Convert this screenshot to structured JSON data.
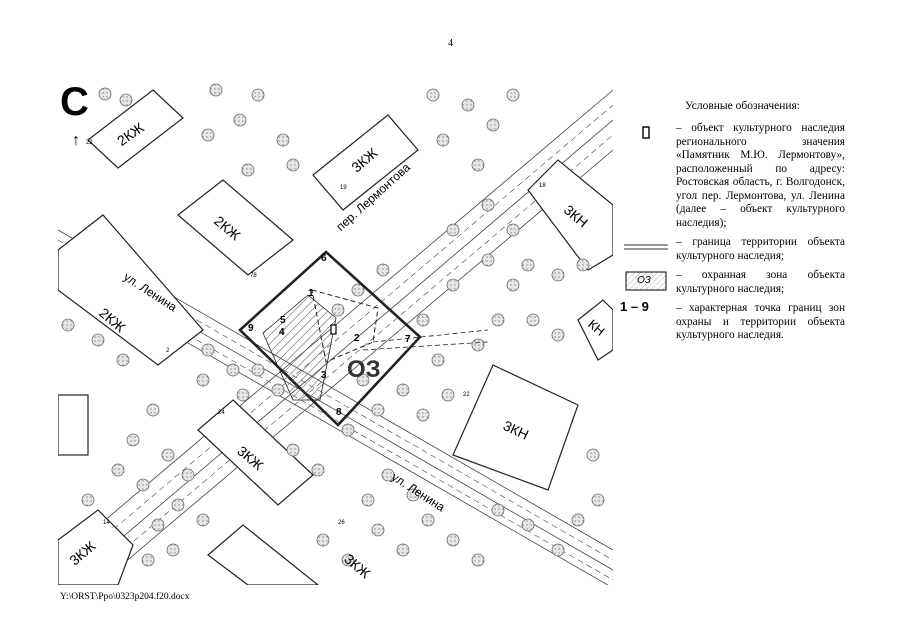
{
  "page_number": "4",
  "footer_path": "Y:\\ORST\\Ppo\\0323p204.f20.docx",
  "north_label": "С",
  "map": {
    "streets": {
      "lenina_west": "ул. Ленина",
      "lenina_east": "ул. Ленина",
      "lermontova": "пер. Лермонтова"
    },
    "blocks": [
      {
        "id": "b1",
        "label": "2КЖ"
      },
      {
        "id": "b2",
        "label": "3КЖ"
      },
      {
        "id": "b3",
        "label": "2КЖ"
      },
      {
        "id": "b4",
        "label": "2КЖ"
      },
      {
        "id": "b5",
        "label": "3КН"
      },
      {
        "id": "b6",
        "label": "КН"
      },
      {
        "id": "b7",
        "label": "3КН"
      },
      {
        "id": "b8",
        "label": "3КЖ"
      },
      {
        "id": "b9",
        "label": "3КЖ"
      },
      {
        "id": "b10",
        "label": "3КЖ"
      }
    ],
    "building_numbers": [
      "22",
      "19",
      "78",
      "18",
      "2",
      "24",
      "22",
      "14",
      "26"
    ],
    "zone_label": "ОЗ",
    "points": [
      "1",
      "2",
      "3",
      "4",
      "5",
      "6",
      "7",
      "8",
      "9"
    ]
  },
  "legend": {
    "title": "Условные обозначения:",
    "items": [
      {
        "text": "– объект культурного наследия регионального значения «Памятник М.Ю. Лермонтову», расположенный по адресу: Ростовская область, г. Волгодонск, угол пер. Лермонтова, ул. Ленина (далее – объект культурного наследия);"
      },
      {
        "text": "– граница территории объекта культурного наследия;"
      },
      {
        "text": "– охранная зона объекта культурного наследия;",
        "symbol_label": "ОЗ"
      },
      {
        "text": "– характерная точка границ зон охраны и территории объекта культурного наследия.",
        "symbol_label": "1 – 9"
      }
    ]
  }
}
